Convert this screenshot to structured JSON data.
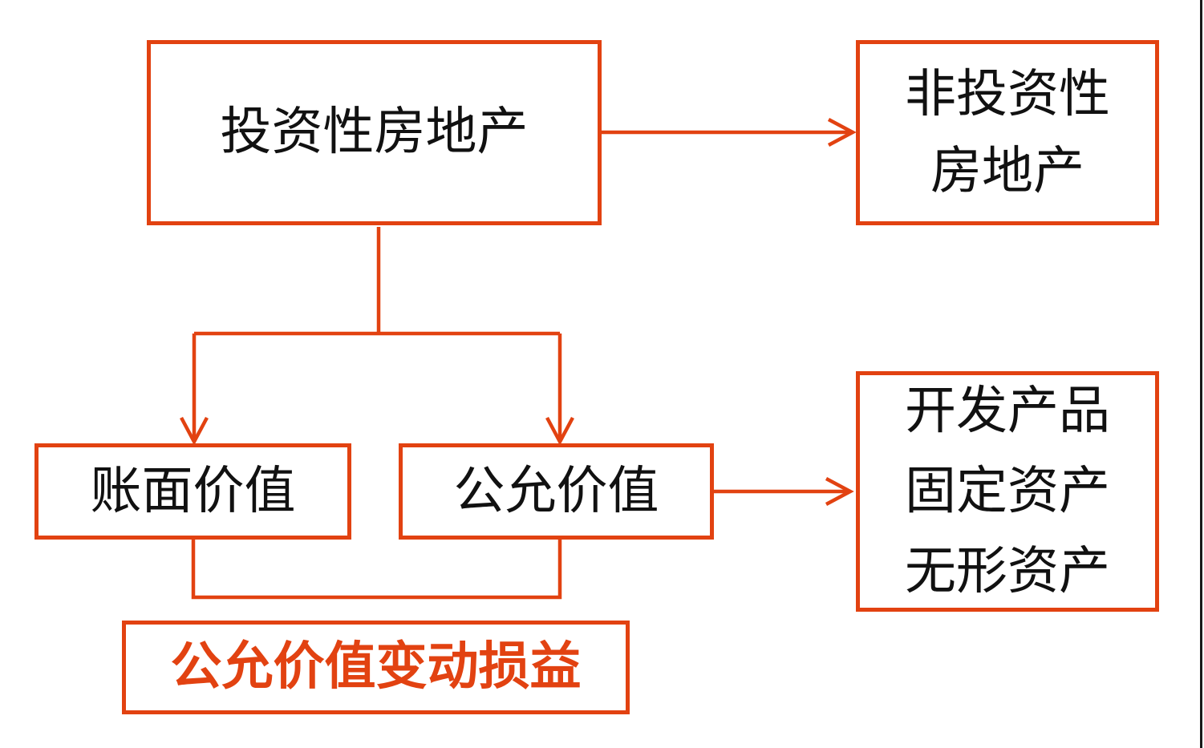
{
  "colors": {
    "accent": "#e24211",
    "text": "#111111",
    "right_edge_line": "#1a1a1a"
  },
  "diagram": {
    "nodes": {
      "investment_property": {
        "label": "投资性房地产"
      },
      "non_investment_property": {
        "lines": [
          "非投资性",
          "房地产"
        ]
      },
      "book_value": {
        "label": "账面价值"
      },
      "fair_value": {
        "label": "公允价值"
      },
      "other_assets": {
        "lines": [
          "开发产品",
          "固定资产",
          "无形资产"
        ]
      },
      "fair_value_change_pl": {
        "label": "公允价值变动损益"
      }
    },
    "connectors": [
      {
        "from": "investment_property",
        "to": "non_investment_property",
        "style": "arrow"
      },
      {
        "from": "investment_property",
        "to": "book_value",
        "style": "arrow"
      },
      {
        "from": "investment_property",
        "to": "fair_value",
        "style": "arrow"
      },
      {
        "from": "fair_value",
        "to": "other_assets",
        "style": "arrow"
      },
      {
        "from": "book_value_and_fair_value",
        "to": "fair_value_change_pl",
        "style": "line"
      }
    ]
  }
}
